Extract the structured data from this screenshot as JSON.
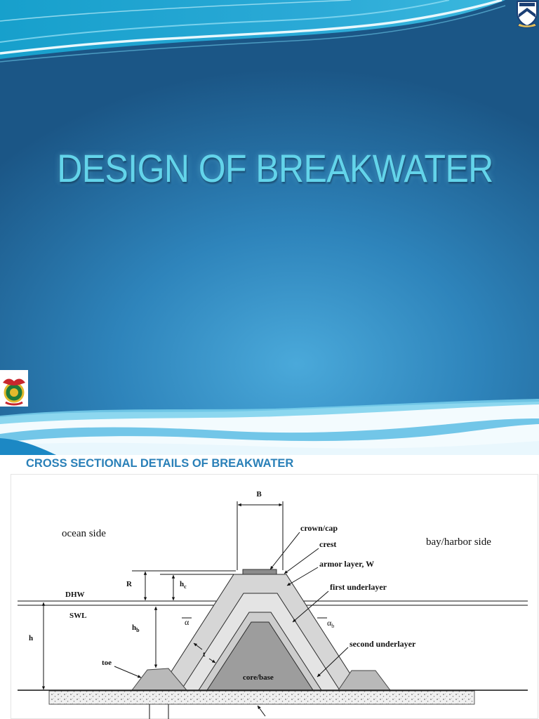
{
  "colors": {
    "slide_background_dark": "#1b5686",
    "slide_background_light": "#4aa9da",
    "title_text": "#63d4ea",
    "heading_text": "#2a80b8"
  },
  "icons": {
    "top_right_logo": "crest-logo-icon",
    "bottom_left_logo": "emblem-logo-icon"
  },
  "slide1": {
    "title": "DESIGN OF BREAKWATER"
  },
  "slide2": {
    "title": "CROSS SECTIONAL DETAILS OF BREAKWATER",
    "diagram": {
      "width_label": "B",
      "crown_label": "crown/cap",
      "crest_label": "crest",
      "armor_label": "armor layer, W",
      "first_underlayer_label": "first underlayer",
      "second_underlayer_label": "second underlayer",
      "ocean_side_label": "ocean side",
      "harbor_side_label": "bay/harbor side",
      "r_label": "R",
      "crest_height": {
        "symbol": "h",
        "sub": "c"
      },
      "dhw_label": "DHW",
      "swl_label": "SWL",
      "slope_angle": "α",
      "toe_slope_angle": {
        "symbol": "α",
        "sub": "b"
      },
      "toe_depth": {
        "symbol": "h",
        "sub": "b"
      },
      "depth_label": "h",
      "thickness_label": "t",
      "toe_label": "toe",
      "core_label": "core/base"
    }
  }
}
